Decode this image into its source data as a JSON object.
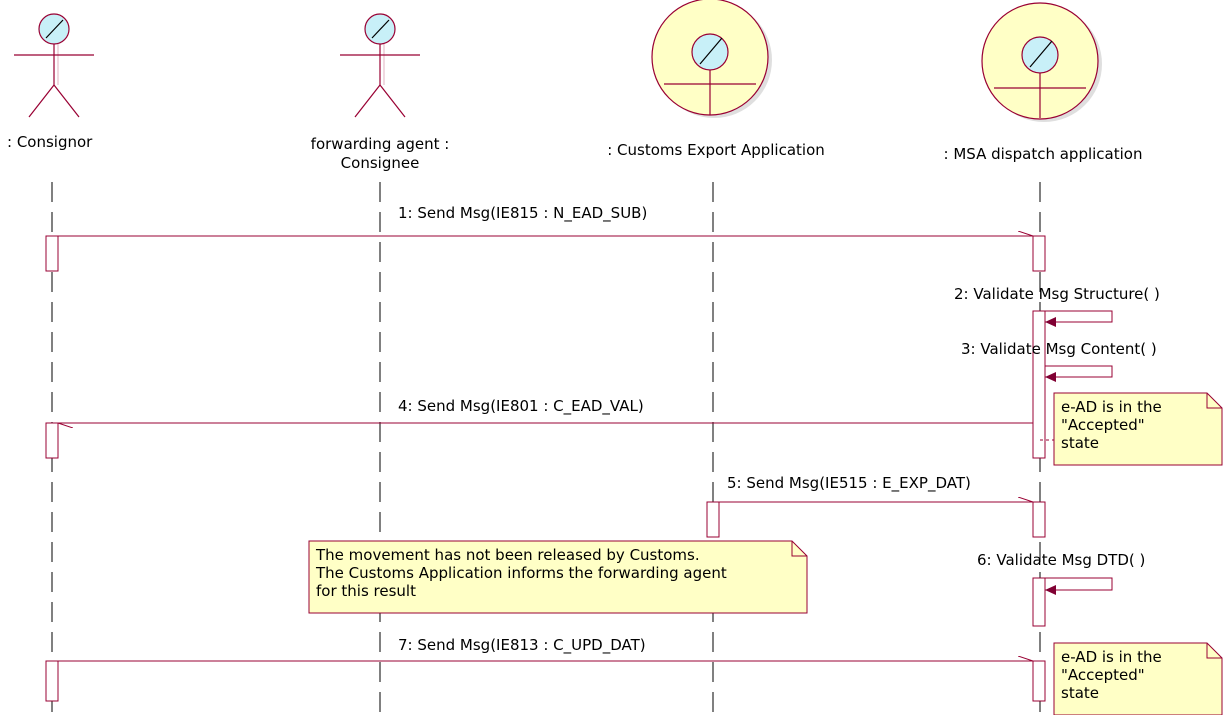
{
  "lifelines": [
    {
      "id": "consignor",
      "label": ": Consignor",
      "kind": "actor"
    },
    {
      "id": "forwarding-agent",
      "label_line1": "forwarding agent :",
      "label_line2": "Consignee",
      "kind": "actor"
    },
    {
      "id": "customs-export",
      "label": ": Customs Export Application",
      "kind": "boundary"
    },
    {
      "id": "msa-dispatch",
      "label": ": MSA dispatch application",
      "kind": "boundary"
    }
  ],
  "messages": [
    {
      "n": 1,
      "label": "1: Send Msg(IE815 : N_EAD_SUB)",
      "from": "consignor",
      "to": "msa-dispatch"
    },
    {
      "n": 2,
      "label": "2: Validate Msg Structure( )",
      "from": "msa-dispatch",
      "to": "msa-dispatch"
    },
    {
      "n": 3,
      "label": "3: Validate Msg Content( )",
      "from": "msa-dispatch",
      "to": "msa-dispatch"
    },
    {
      "n": 4,
      "label": "4: Send Msg(IE801 : C_EAD_VAL)",
      "from": "msa-dispatch",
      "to": "consignor"
    },
    {
      "n": 5,
      "label": "5: Send Msg(IE515 : E_EXP_DAT)",
      "from": "customs-export",
      "to": "msa-dispatch"
    },
    {
      "n": 6,
      "label": "6: Validate Msg DTD( )",
      "from": "msa-dispatch",
      "to": "msa-dispatch"
    },
    {
      "n": 7,
      "label": "7: Send Msg(IE813 : C_UPD_DAT)",
      "from": "consignor",
      "to": "msa-dispatch"
    }
  ],
  "notes": {
    "accepted_1": "e-AD is in the\n\"Accepted\"\nstate",
    "released": "The movement has not been released by Customs.\nThe Customs Application informs the forwarding agent\nfor this result",
    "accepted_2": "e-AD is in the\n\"Accepted\"\nstate"
  },
  "colors": {
    "line": "#990033",
    "actor_line": "#990033",
    "fill_yellow": "#ffffc6",
    "icon_blue": "#c8f0f8",
    "arrowhead": "#800033"
  }
}
